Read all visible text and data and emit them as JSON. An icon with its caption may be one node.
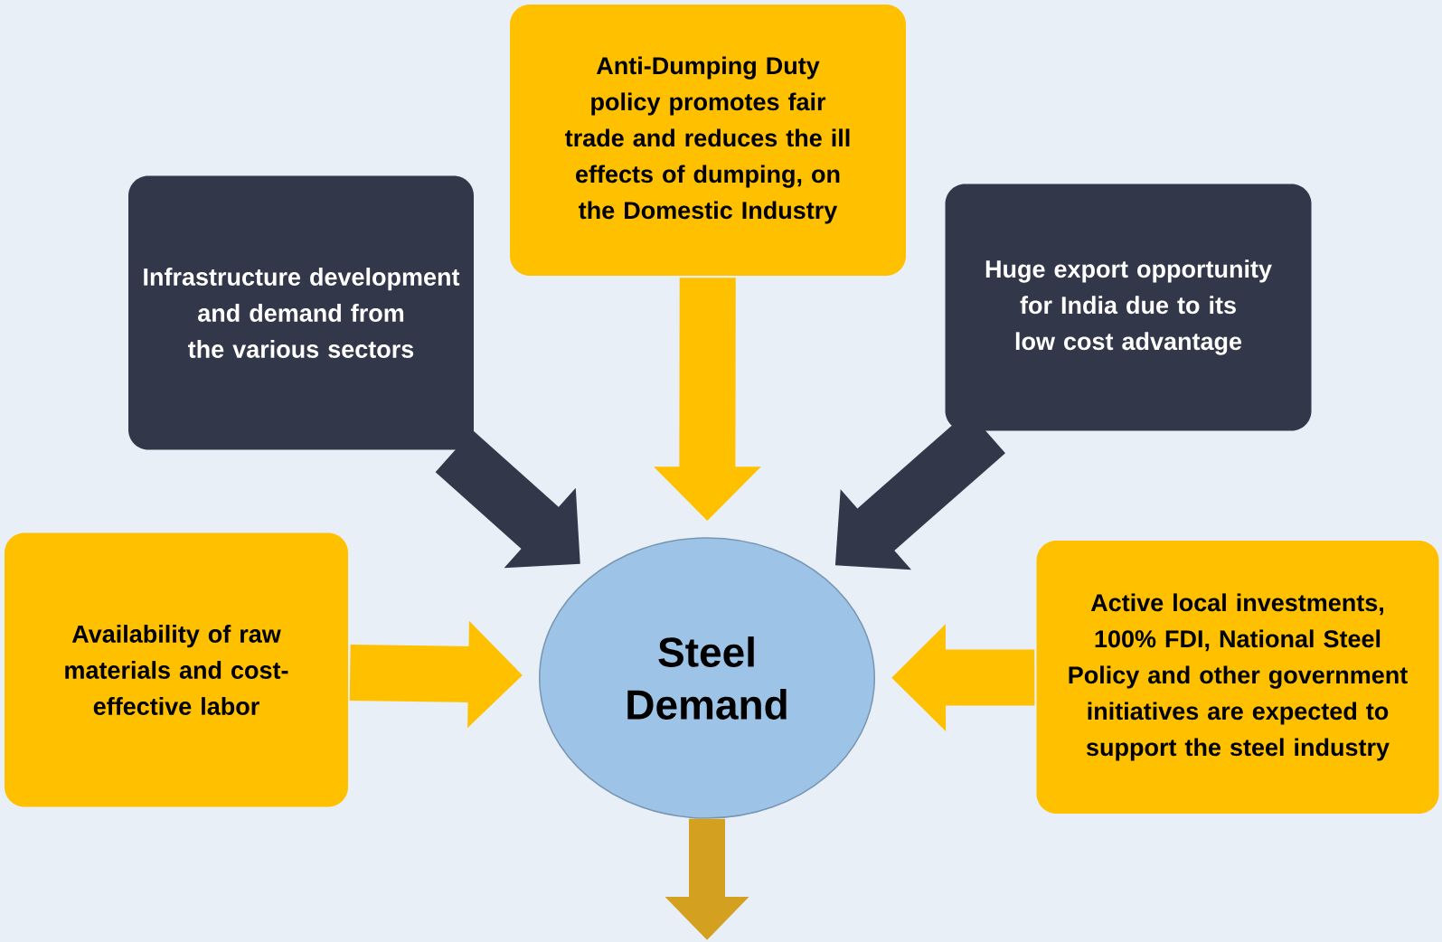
{
  "diagram": {
    "nodes": [
      {
        "text": [
          "Anti-Dumping Duty policy promotes fair trade and reduces the ill effects of dumping, on the Domestic Industry"
        ]
      },
      {
        "text": [
          "Infrastructure development and demand from the various sectors"
        ]
      },
      {
        "text": [
          "Huge export opportunity for India due to its low cost advantage"
        ]
      },
      {
        "text": [
          "Availability of raw materials and cost-effective labor"
        ]
      },
      {
        "text": [
          "Steel Demand"
        ]
      },
      {
        "text": [
          "Active local investments, 100% FDI, National Steel Policy and other government initiatives are expected to support the steel industry"
        ]
      }
    ],
    "edges": [
      {
        "from": 1,
        "to": 4,
        "arrow": "to",
        "color": "#323749"
      },
      {
        "from": 0,
        "to": 4,
        "arrow": "to",
        "color": "#ffc000"
      },
      {
        "from": 2,
        "to": 4,
        "arrow": "to",
        "color": "#323749"
      },
      {
        "from": 3,
        "to": 4,
        "arrow": "to",
        "color": "#ffc000"
      },
      {
        "from": 5,
        "to": 4,
        "arrow": "to",
        "color": "#ffc000"
      },
      {
        "from": 4,
        "to": null,
        "arrow": "to",
        "color": "#d4a020"
      }
    ]
  }
}
